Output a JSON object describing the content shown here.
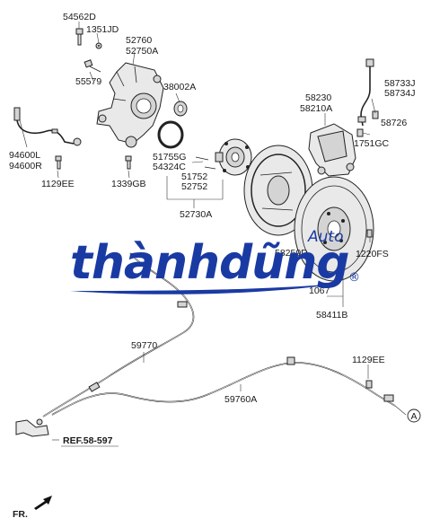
{
  "labels": {
    "p54562D": "54562D",
    "p1351JD": "1351JD",
    "p52760": "52760",
    "p52750A": "52750A",
    "p55579": "55579",
    "p38002A": "38002A",
    "p94600L": "94600L",
    "p94600R": "94600R",
    "p1129EE_a": "1129EE",
    "p1339GB": "1339GB",
    "p51755G": "51755G",
    "p54324C": "54324C",
    "p51752": "51752",
    "p52752": "52752",
    "p52730A": "52730A",
    "p58230": "58230",
    "p58210A": "58210A",
    "p58733J": "58733J",
    "p58734J": "58734J",
    "p58726": "58726",
    "p1751GC": "1751GC",
    "p58250D": "58250D",
    "p1220FS": "1220FS",
    "p1067": "1067",
    "p58411B": "58411B",
    "p59770": "59770",
    "p59760A": "59760A",
    "p1129EE_b": "1129EE",
    "ref": "REF.58-597",
    "callout_a": "A",
    "fr": "FR."
  },
  "watermark": {
    "text": "thànhdũng",
    "sub": "Auto",
    "mark": "®",
    "color": "#1a3aa3"
  }
}
